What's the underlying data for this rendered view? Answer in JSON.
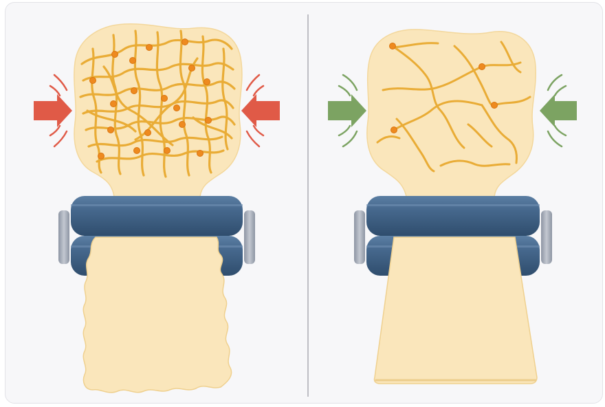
{
  "panels": [
    {
      "id": "tight-network",
      "arrow_color": "#e05a47",
      "gluten_strand_color": "#e9ac36",
      "crosslink_color": "#ee8a1f",
      "dough_color": "#fae6bb",
      "outcome": "tearing"
    },
    {
      "id": "relaxed-network",
      "arrow_color": "#7ca362",
      "gluten_strand_color": "#e9ac36",
      "crosslink_color": "#ee8a1f",
      "dough_color": "#fae6bb",
      "outcome": "smooth-sheet"
    }
  ],
  "roller_color": "#3f6184",
  "frame_color": "#a3aab6",
  "divider_color": "#bdbdc4"
}
